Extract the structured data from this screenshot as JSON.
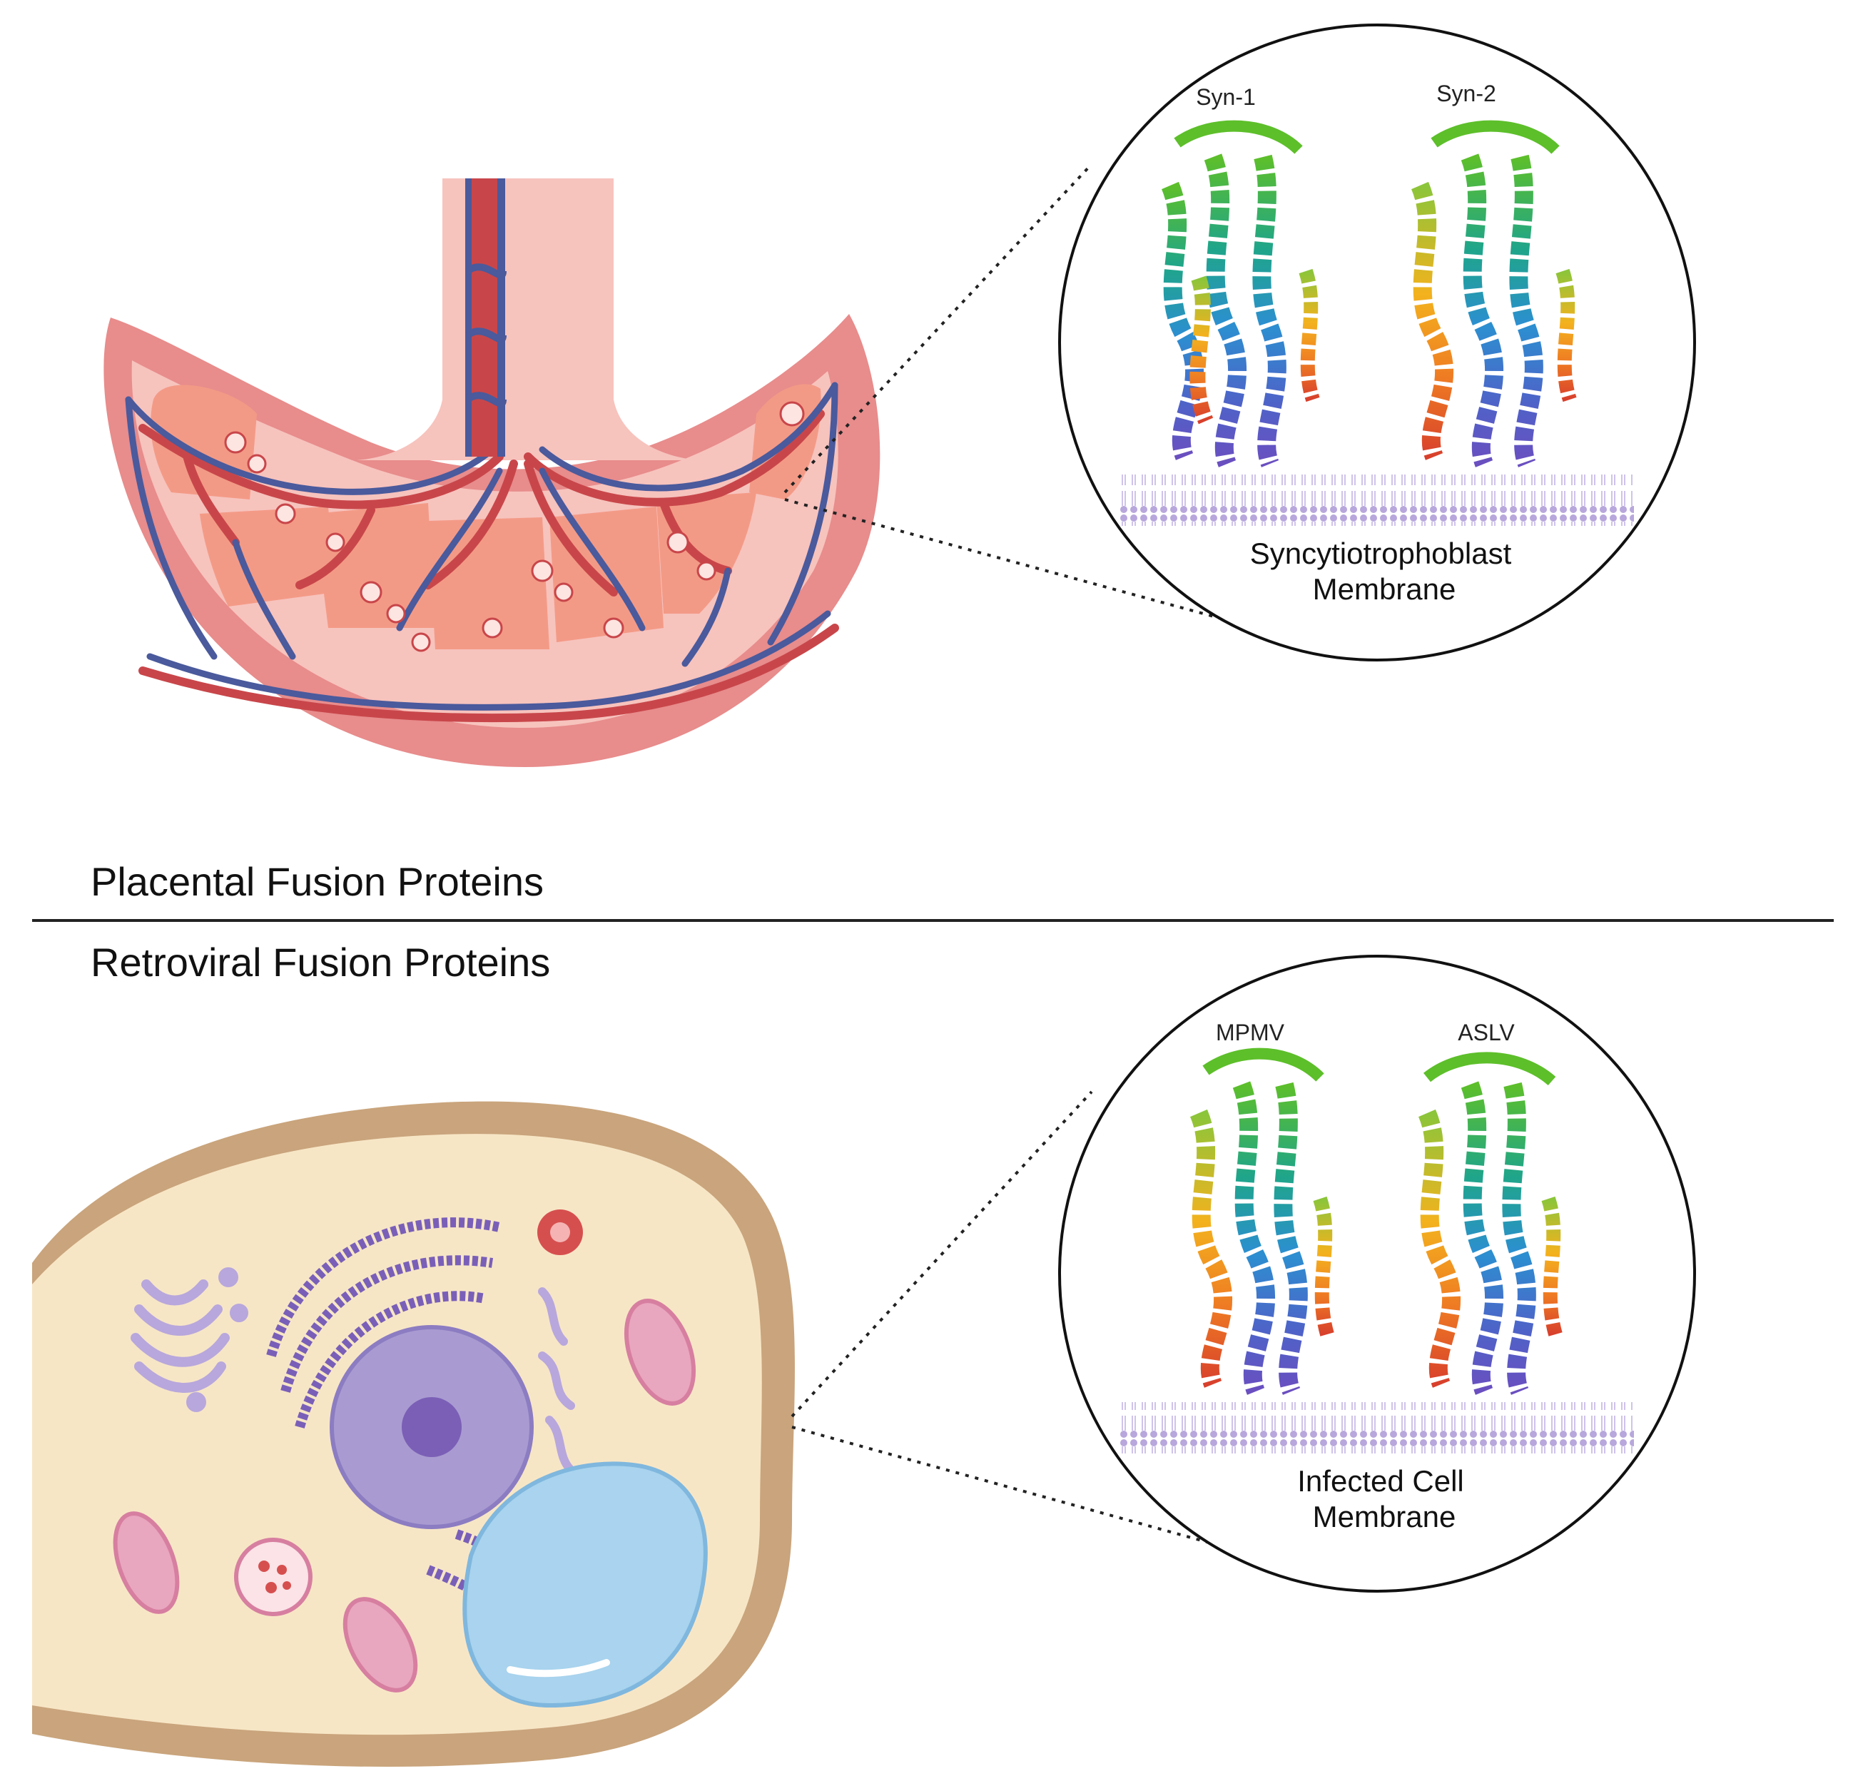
{
  "section_divider": {
    "top_label": "Placental Fusion Proteins",
    "bottom_label": "Retroviral Fusion Proteins"
  },
  "placental_zoom": {
    "protein_labels": [
      "Syn-1",
      "Syn-2"
    ],
    "membrane_label_line1": "Syncytiotrophoblast",
    "membrane_label_line2": "Membrane"
  },
  "retroviral_zoom": {
    "protein_labels": [
      "MPMV",
      "ASLV"
    ],
    "membrane_label_line1": "Infected Cell",
    "membrane_label_line2": "Membrane"
  },
  "colors": {
    "placenta_outer": "#e88c8c",
    "placenta_inner": "#f7c3bd",
    "placenta_tissue": "#f39a86",
    "artery": "#c8464a",
    "vein": "#4a5a9c",
    "cell_wall": "#c9a47c",
    "cytoplasm": "#f7e6c6",
    "nucleus": "#a99bd1",
    "vacuole": "#a9d3ee",
    "membrane": "#b8a7dc"
  }
}
